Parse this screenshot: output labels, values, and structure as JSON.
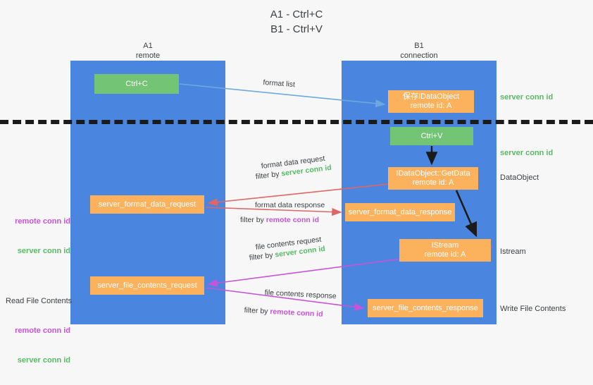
{
  "title": "A1 - Ctrl+C\nB1 - Ctrl+V",
  "columns": {
    "left": {
      "name": "A1",
      "role": "remote",
      "label": "A1\nremote"
    },
    "right": {
      "name": "B1",
      "role": "connection",
      "label": "B1\nconnection"
    }
  },
  "nodes": {
    "ctrl_c": "Ctrl+C",
    "save_idataobject": "保存IDataObject\nremote id: A",
    "ctrl_v": "Ctrl+V",
    "getdata": "IDataObject::GetData\nremote id: A",
    "istream": "IStream\nremote id: A",
    "server_format_data_request": "server_format_data_request",
    "server_format_data_response": "server_format_data_response",
    "server_file_contents_request": "server_file_contents_request",
    "server_file_contents_response": "server_file_contents_response"
  },
  "edge_labels": {
    "format_list": "format list",
    "format_data_request": "format data request",
    "format_data_response": "format data response",
    "file_contents_request": "file contents request",
    "file_contents_response": "file contents response",
    "filter_by": "filter by ",
    "server_conn_id": "server conn id",
    "remote_conn_id": "remote conn id"
  },
  "annotations": {
    "server_conn_id": "server conn id",
    "remote_conn_id": "remote conn id",
    "dataobject": "DataObject",
    "istream": "Istream",
    "write_file_contents": "Write File Contents",
    "read_file_contents": "Read File Contents"
  },
  "colors": {
    "background": "#f7f7f7",
    "lane_blue": "#4a86e0",
    "node_green": "#74c476",
    "node_orange": "#fcb25c",
    "arrow_lightblue": "#6fa8dc",
    "arrow_red": "#e06666",
    "arrow_magenta": "#c754d6",
    "arrow_black": "#1b1b1b",
    "text_green": "#57bb63",
    "text_purple": "#c754d6",
    "text_dark": "#3c4043",
    "divider": "#1b1b1b"
  }
}
